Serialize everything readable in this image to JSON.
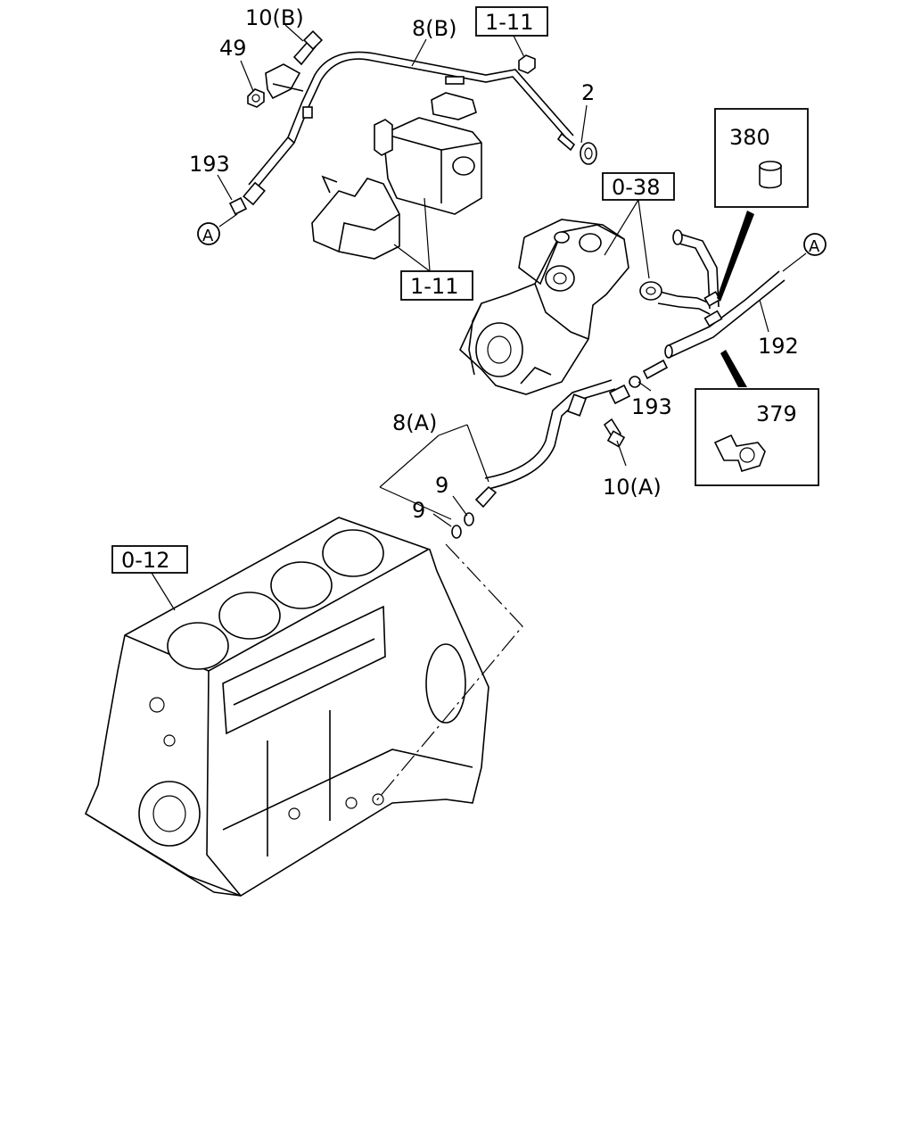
{
  "labels": {
    "l10b": "10(B)",
    "l49": "49",
    "l8b": "8(B)",
    "lref111_top": "1-11",
    "l2": "2",
    "l193_top": "193",
    "la_left": "A",
    "lref111_mid": "1-11",
    "lref038": "0-38",
    "l380": "380",
    "la_right": "A",
    "l192": "192",
    "l193_mid": "193",
    "l379": "379",
    "l8a": "8(A)",
    "l9a": "9",
    "l9b": "9",
    "l10a": "10(A)",
    "lref012": "0-12"
  }
}
